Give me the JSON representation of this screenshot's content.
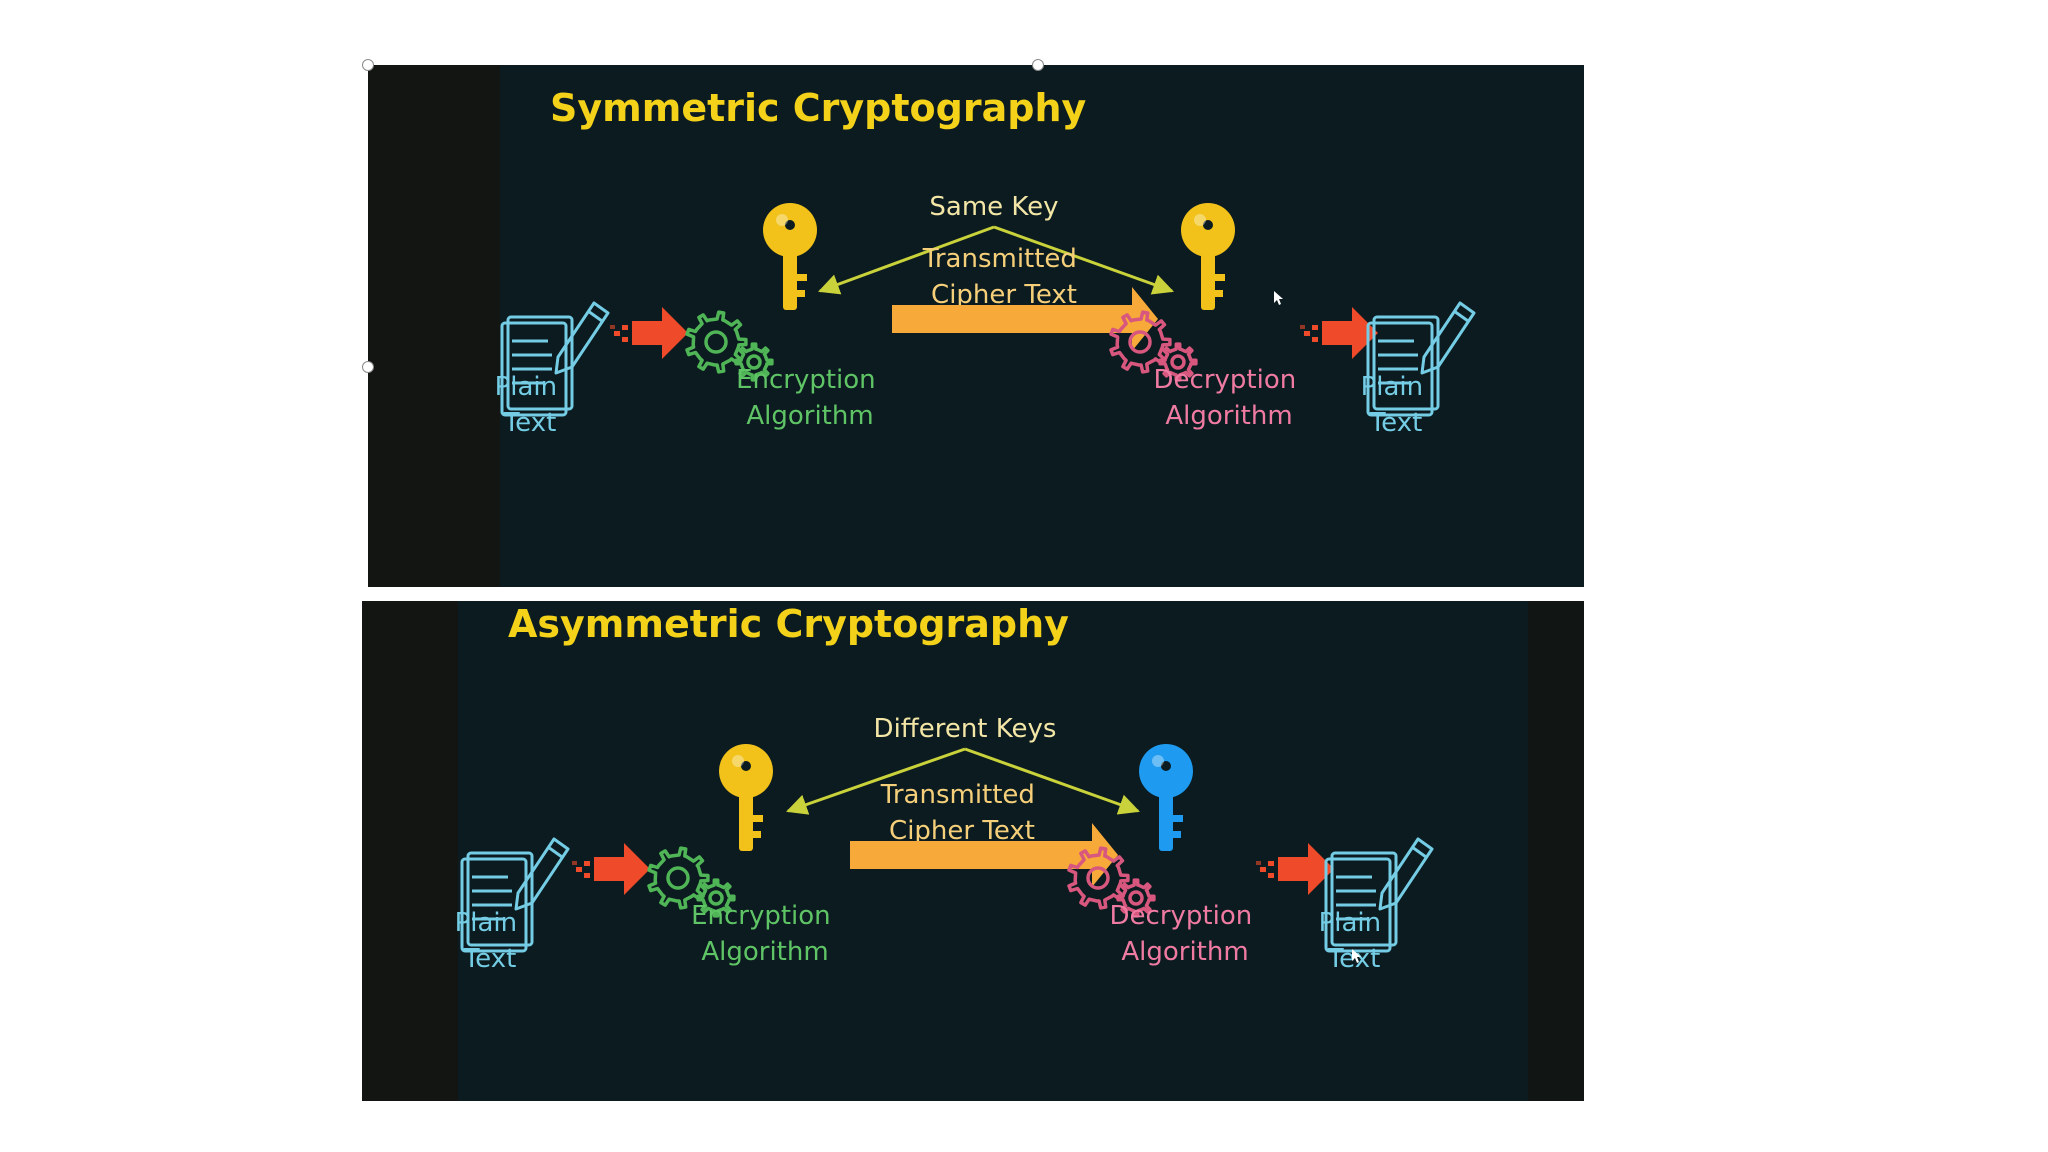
{
  "symmetric": {
    "title": "Symmetric Cryptography",
    "key_label": "Same Key",
    "transmitted_line1": "Transmitted",
    "transmitted_line2": "Cipher Text",
    "left_plain_line1": "Plain",
    "left_plain_line2": "Text",
    "enc_line1": "Encryption",
    "enc_line2": "Algorithm",
    "dec_line1": "Decryption",
    "dec_line2": "Algorithm",
    "right_plain_line1": "Plain",
    "right_plain_line2": "Text",
    "left_key_color": "#f2c21b",
    "right_key_color": "#f2c21b"
  },
  "asymmetric": {
    "title": "Asymmetric Cryptography",
    "key_label": "Different Keys",
    "transmitted_line1": "Transmitted",
    "transmitted_line2": "Cipher Text",
    "left_plain_line1": "Plain",
    "left_plain_line2": "Text",
    "enc_line1": "Encryption",
    "enc_line2": "Algorithm",
    "dec_line1": "Decryption",
    "dec_line2": "Algorithm",
    "right_plain_line1": "Plain",
    "right_plain_line2": "Text",
    "left_key_color": "#f2c21b",
    "right_key_color": "#1e9bf0"
  },
  "colors": {
    "panel_bg": "#0b1b1f",
    "title": "#f4d21a",
    "key_line": "#c9d23a",
    "transmit_arrow": "#f7a93a",
    "red_arrow": "#ef4b2a",
    "document": "#74cde5",
    "enc_gear": "#4fb556",
    "dec_gear": "#d8577e"
  }
}
